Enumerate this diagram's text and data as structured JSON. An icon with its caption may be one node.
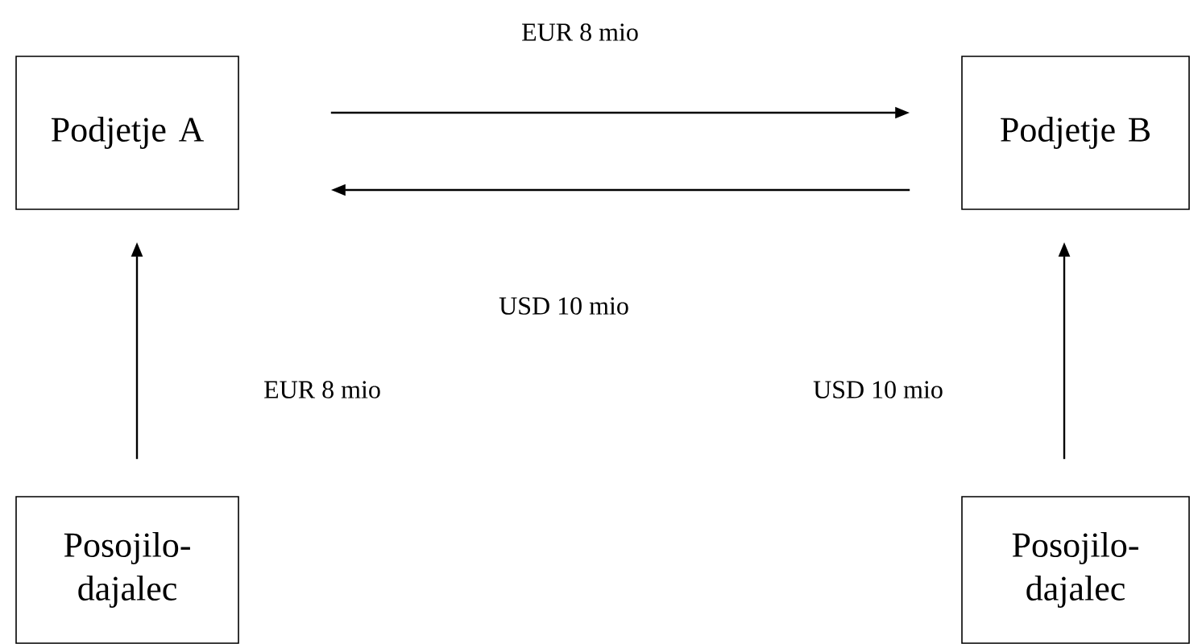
{
  "diagram": {
    "nodes": [
      {
        "text": [
          "Podjetje A"
        ]
      },
      {
        "text": [
          "Podjetje B"
        ]
      },
      {
        "text": [
          "Posojilo-dajalec"
        ]
      },
      {
        "text": [
          "Posojilo-dajalec"
        ]
      }
    ],
    "edges": [
      {
        "from": 0,
        "to": 1,
        "arrow": "to",
        "label": "EUR 8 mio"
      },
      {
        "from": 1,
        "to": 0,
        "arrow": "to",
        "label": "USD 10 mio"
      },
      {
        "from": 2,
        "to": 0,
        "arrow": "to",
        "label": "EUR 8 mio"
      },
      {
        "from": 3,
        "to": 1,
        "arrow": "to",
        "label": "USD 10 mio"
      }
    ]
  }
}
